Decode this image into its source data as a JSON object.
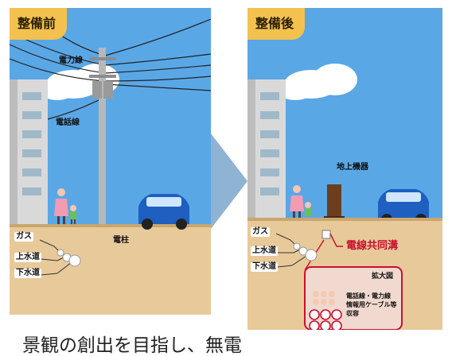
{
  "before": {
    "tag": "整備前",
    "labels": {
      "power_line": "電力線",
      "phone_line": "電話線",
      "pole": "電柱",
      "gas": "ガス",
      "water": "上水道",
      "sewer": "下水道"
    }
  },
  "after": {
    "tag": "整備後",
    "labels": {
      "ground_equipment": "地上機器",
      "gas": "ガス",
      "water": "上水道",
      "sewer": "下水道",
      "conduit": "電線共同溝"
    },
    "zoom": {
      "title": "拡大図",
      "line1": "電話線・電力線",
      "line2": "情報用ケーブル等",
      "line3": "収容"
    }
  },
  "caption": "景観の創出を目指し、無電",
  "colors": {
    "sky": "#5aa7e6",
    "ground": "#e8c99a",
    "tag": "#f2c14e",
    "callout": "#c8102e",
    "arrow": "#8fb3d3"
  }
}
